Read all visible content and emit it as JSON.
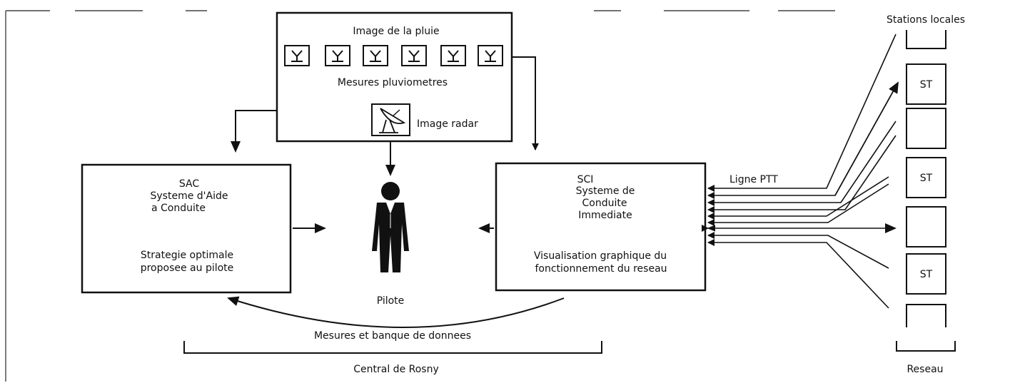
{
  "rain_box": {
    "title": "Image de la pluie",
    "gauges_label": "Mesures pluviometres",
    "radar_label": "Image radar",
    "gauge_count": 6
  },
  "sac_box": {
    "line1": "SAC",
    "line2": "Systeme d'Aide",
    "line3": "a Conduite",
    "line4": "Strategie optimale",
    "line5": "proposee au pilote"
  },
  "sci_box": {
    "line1": "SCI",
    "line2": "Systeme de",
    "line3": "Conduite",
    "line4": "Immediate",
    "line5": "Visualisation graphique du",
    "line6": "fonctionnement du reseau"
  },
  "pilot": {
    "label": "Pilote"
  },
  "bottom": {
    "arc_label": "Mesures et banque de donnees",
    "bracket_label": "Central de Rosny"
  },
  "network": {
    "line_label": "Ligne PTT",
    "stations_label": "Stations locales",
    "station_text": "ST",
    "bracket_label": "Reseau"
  }
}
